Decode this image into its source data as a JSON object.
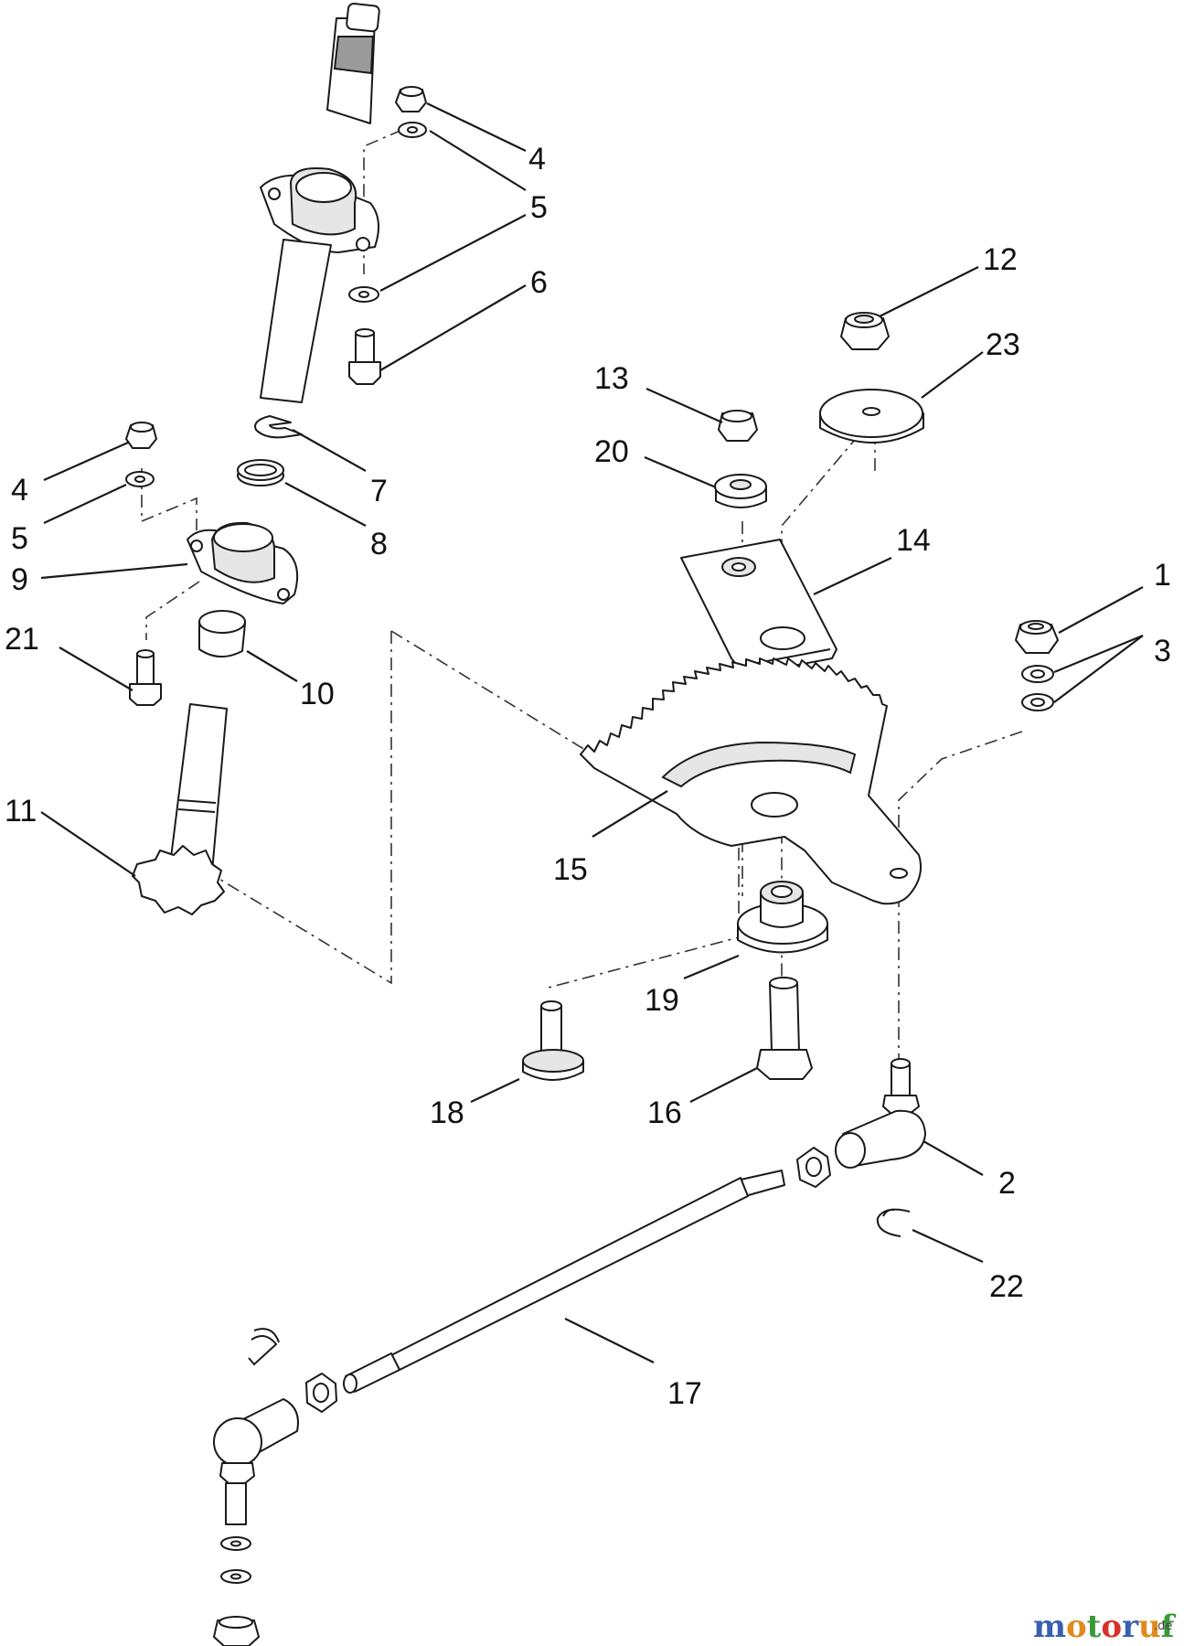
{
  "callouts": [
    "1",
    "2",
    "3",
    "4",
    "5",
    "6",
    "7",
    "8",
    "9",
    "10",
    "11",
    "12",
    "13",
    "14",
    "15",
    "16",
    "17",
    "18",
    "19",
    "20",
    "21",
    "22",
    "23"
  ],
  "watermark": {
    "letters": [
      "m",
      "o",
      "t",
      "o",
      "r",
      "u",
      "f"
    ],
    "letter_colors": [
      "#3a5fb0",
      "#e08a1e",
      "#3a9a3a",
      "#d6302a",
      "#3a5fb0",
      "#e08a1e",
      "#3a9a3a"
    ],
    "suffix": ".de"
  }
}
